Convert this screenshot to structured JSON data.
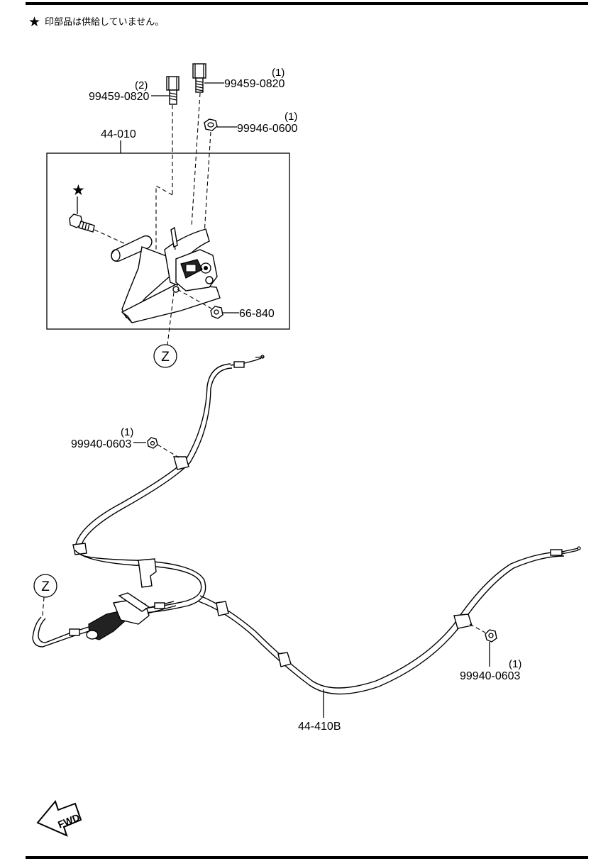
{
  "note": {
    "star": "★",
    "text": "印部品は供給していません。"
  },
  "parts": {
    "bolt_top_right": {
      "number": "99459-0820",
      "qty": "(1)"
    },
    "bolt_top_left": {
      "number": "99459-0820",
      "qty": "(2)"
    },
    "nut_top": {
      "number": "99946-0600",
      "qty": "(1)"
    },
    "lever_assembly": {
      "number": "44-010"
    },
    "star_marker": "★",
    "switch": {
      "number": "66-840"
    },
    "ref_z_top": "Z",
    "nut_left": {
      "number": "99940-0603",
      "qty": "(1)"
    },
    "ref_z_left": "Z",
    "nut_right": {
      "number": "99940-0603",
      "qty": "(1)"
    },
    "cable": {
      "number": "44-410B"
    }
  },
  "fwd": {
    "text": "FWD"
  }
}
